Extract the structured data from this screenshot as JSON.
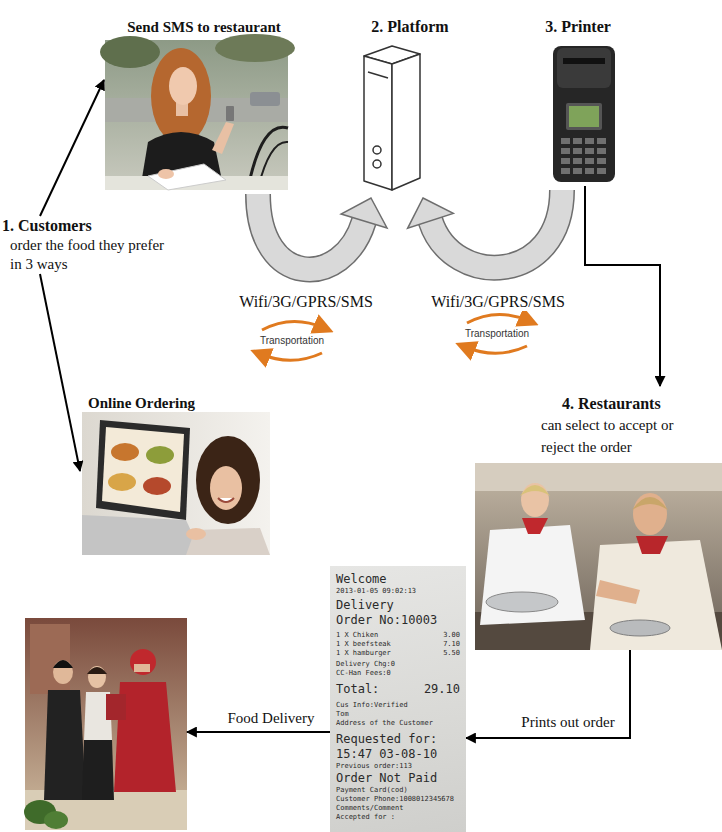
{
  "diagram": {
    "nodes": [
      {
        "text": [
          "Send SMS to restaurant"
        ]
      },
      {
        "text": [
          "2. Platform"
        ]
      },
      {
        "text": [
          "3. Printer"
        ]
      },
      {
        "text": [
          "1. Customers",
          "order the food they prefer in 3 ways"
        ]
      },
      {
        "text": [
          "Online Ordering"
        ]
      },
      {
        "text": [
          "4. Restaurants",
          "can select to accept or reject the order"
        ]
      },
      {
        "text": [
          "Welcome",
          "2013-01-05 09:02:13",
          "Delivery",
          "Order No:10003",
          "1 X Chiken",
          "3.00",
          "1 X beefsteak",
          "7.10",
          "1 X hamburger",
          "5.50",
          "Delivery Chg:0",
          "CC-Han Fees:0",
          "Total:",
          "29.10",
          "Cus Info:Verified",
          "Tom",
          "Address of the Customer",
          "Requested for:",
          "15:47 03-08-10",
          "Previous order:113",
          "Order Not Paid",
          "Payment Card(cod)",
          "Customer Phone:1008012345678",
          "Comments/Comment",
          "Accepted for :"
        ]
      },
      {
        "text": []
      }
    ],
    "edges": [
      {
        "from": 3,
        "to": 0,
        "arrow": "to"
      },
      {
        "from": 3,
        "to": 4,
        "arrow": "to"
      },
      {
        "from": 0,
        "to": 1,
        "label": "Wifi/3G/GPRS/SMS",
        "arrow": "to"
      },
      {
        "from": 2,
        "to": 1,
        "label": "Wifi/3G/GPRS/SMS",
        "arrow": "to"
      },
      {
        "from": 2,
        "to": 5,
        "arrow": "to"
      },
      {
        "from": 5,
        "to": 6,
        "label": "Prints out order",
        "arrow": "to"
      },
      {
        "from": 6,
        "to": 7,
        "label": "Food Delivery",
        "arrow": "to"
      }
    ],
    "labels": [
      "Transportation",
      "Transportation"
    ]
  }
}
